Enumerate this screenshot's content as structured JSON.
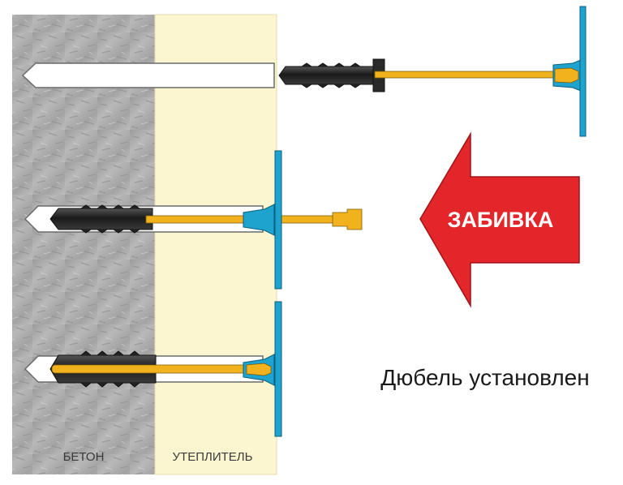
{
  "labels": {
    "concrete": "БЕТОН",
    "insulation": "УТЕПЛИТЕЛЬ",
    "arrow": "ЗАБИВКА",
    "caption": "Дюбель установлен"
  },
  "colors": {
    "concrete": "#a9a9a9",
    "insulation": "#fbf6d0",
    "hole": "#ffffff",
    "anchor_sleeve": "#262626",
    "pin": "#f2b21e",
    "cap": "#1ea3cf",
    "arrow": "#e3262a",
    "outline": "#555555"
  }
}
